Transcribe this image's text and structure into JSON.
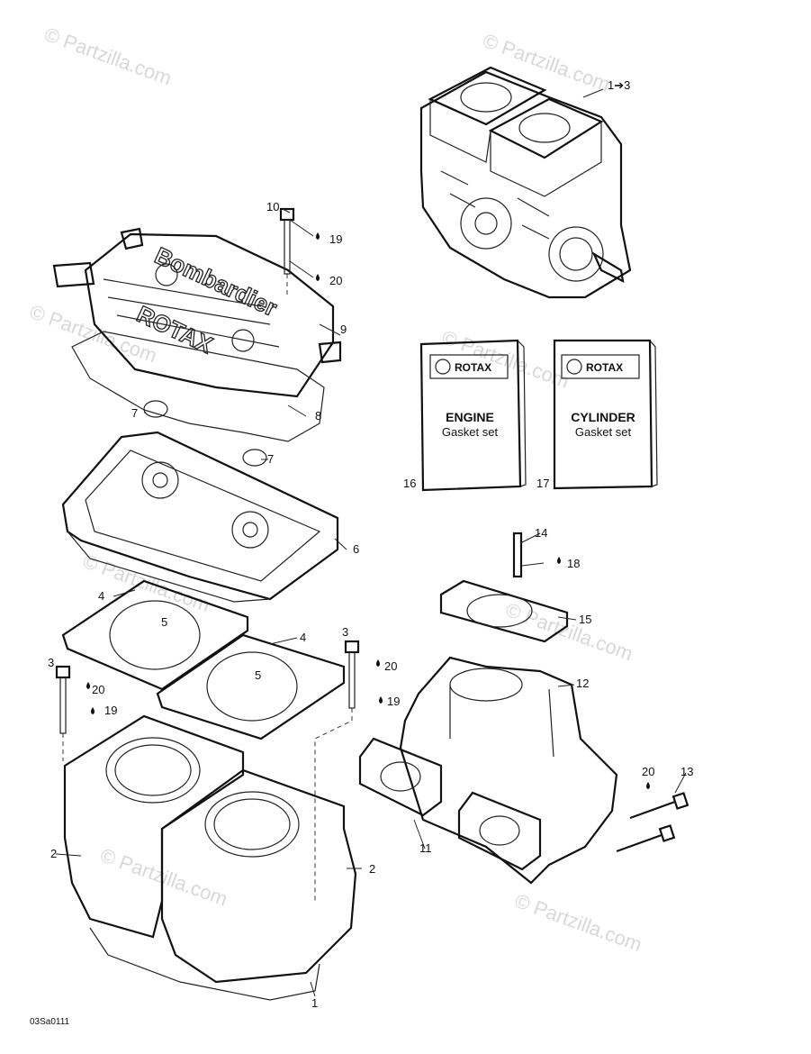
{
  "watermark": "© Partzilla.com",
  "diagram_code": "03Sa0111",
  "books": [
    {
      "brand": "ROTAX",
      "title": "ENGINE",
      "subtitle": "Gasket set"
    },
    {
      "brand": "ROTAX",
      "title": "CYLINDER",
      "subtitle": "Gasket set"
    }
  ],
  "embossed": {
    "brand1": "Bombardier",
    "brand2": "ROTAX"
  },
  "callouts": {
    "c1to3": "1➔3",
    "c10": "10",
    "c19a": "19",
    "c20a": "20",
    "c9": "9",
    "c7a": "7",
    "c8": "8",
    "c7b": "7",
    "c6": "6",
    "c16": "16",
    "c17": "17",
    "c14": "14",
    "c18": "18",
    "c15": "15",
    "c4a": "4",
    "c5a": "5",
    "c4b": "4",
    "c5b": "5",
    "c3a": "3",
    "c20b": "20",
    "c19b": "19",
    "c3b": "3",
    "c20c": "20",
    "c19c": "19",
    "c12": "12",
    "c20d": "20",
    "c13": "13",
    "c11": "11",
    "c2a": "2",
    "c2b": "2",
    "c1": "1"
  }
}
